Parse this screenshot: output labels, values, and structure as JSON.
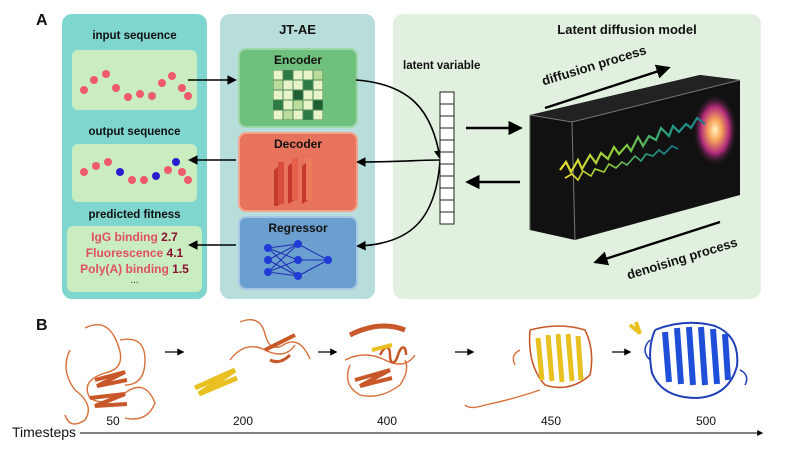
{
  "panel_a": {
    "letter": "A",
    "left_column": {
      "input_label": "input sequence",
      "output_label": "output sequence",
      "fitness_label": "predicted fitness",
      "fitness": [
        {
          "name": "IgG binding",
          "value": "2.7"
        },
        {
          "name": "Fluorescence",
          "value": "4.1"
        },
        {
          "name": "Poly(A) binding",
          "value": "1.5"
        }
      ],
      "ellipsis": "..."
    },
    "jtae": {
      "title": "JT-AE",
      "encoder": "Encoder",
      "decoder": "Decoder",
      "regressor": "Regressor"
    },
    "latent": {
      "title": "Latent diffusion model",
      "variable_label": "latent variable",
      "diffusion_label": "diffusion process",
      "denoising_label": "denoising process"
    },
    "colors": {
      "teal_panel": "#7fd6cf",
      "jtae_panel": "#b7dedb",
      "latent_panel": "#e2f1df",
      "encoder": "#6fbf7d",
      "decoder": "#e8735c",
      "regressor": "#6a9fcf"
    }
  },
  "panel_b": {
    "letter": "B",
    "timesteps_label": "Timesteps",
    "steps": [
      "50",
      "200",
      "400",
      "450",
      "500"
    ]
  }
}
